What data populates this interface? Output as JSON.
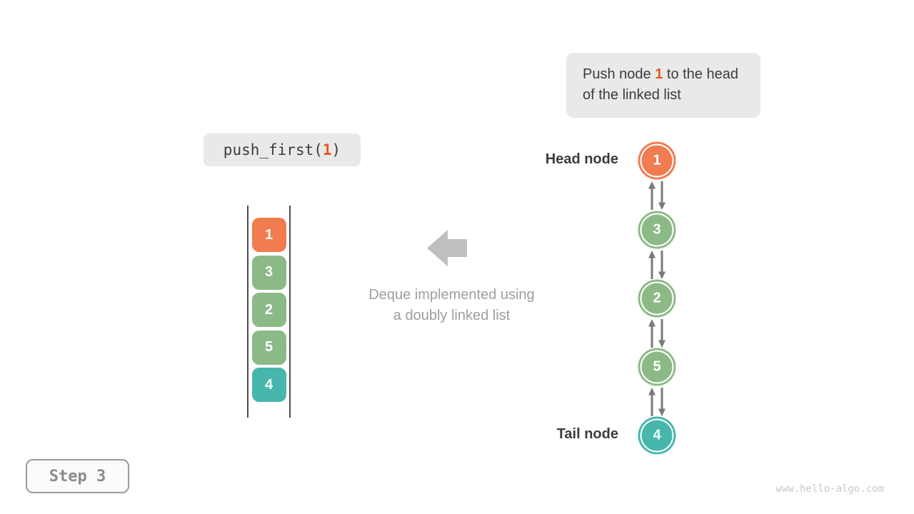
{
  "colors": {
    "orange": "#F07C50",
    "green": "#8CBA87",
    "teal": "#47B6AD",
    "accent": "#E8581C"
  },
  "instruction": {
    "prefix": "Push node ",
    "highlight": "1",
    "suffix": " to the head of the linked list"
  },
  "code": {
    "prefix": "push_first(",
    "highlight": "1",
    "suffix": ")"
  },
  "deque_stack": {
    "items": [
      {
        "value": "1",
        "tone": "orange"
      },
      {
        "value": "3",
        "tone": "green"
      },
      {
        "value": "2",
        "tone": "green"
      },
      {
        "value": "5",
        "tone": "green"
      },
      {
        "value": "4",
        "tone": "teal"
      }
    ]
  },
  "caption": {
    "line1": "Deque implemented using",
    "line2": "a doubly linked list"
  },
  "linked_list": {
    "head_label": "Head node",
    "tail_label": "Tail node",
    "nodes": [
      {
        "value": "1",
        "tone": "orange"
      },
      {
        "value": "3",
        "tone": "green"
      },
      {
        "value": "2",
        "tone": "green"
      },
      {
        "value": "5",
        "tone": "green"
      },
      {
        "value": "4",
        "tone": "teal"
      }
    ]
  },
  "step": {
    "label": "Step 3"
  },
  "watermark": "www.hello-algo.com"
}
